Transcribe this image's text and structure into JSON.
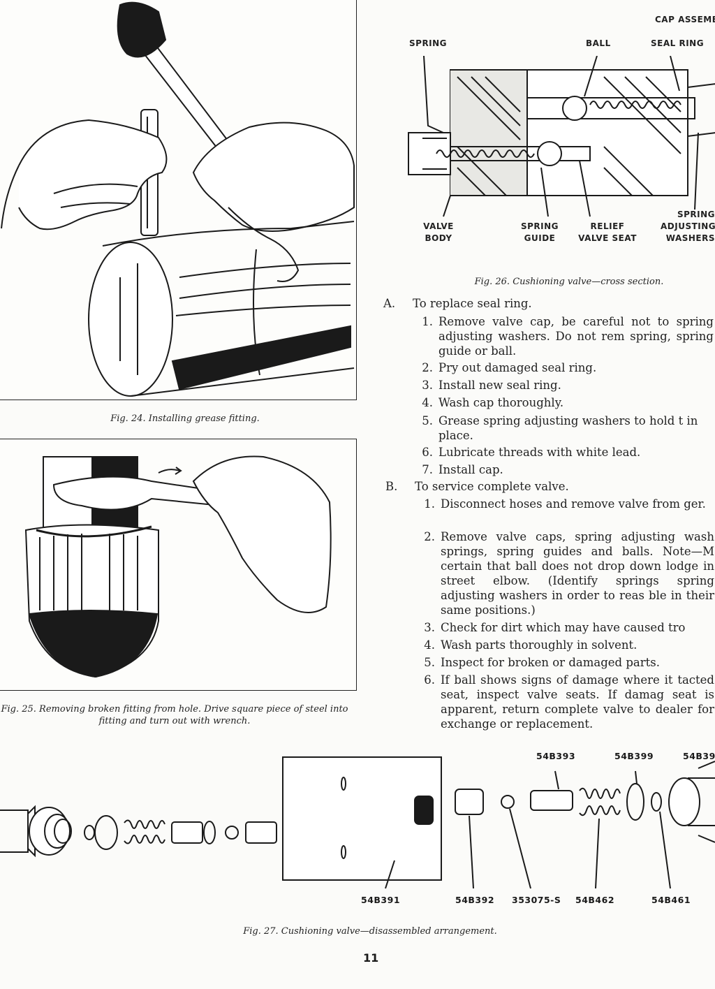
{
  "fig24": {
    "caption": "Fig. 24. Installing grease fitting."
  },
  "fig25": {
    "caption": "Fig. 25. Removing broken fitting from hole. Drive square piece of steel into fitting and turn out with wrench."
  },
  "fig26": {
    "caption": "Fig. 26. Cushioning valve—cross section.",
    "labels": {
      "cap_assembly": "CAP ASSEMB",
      "spring": "SPRING",
      "ball": "BALL",
      "seal_ring": "SEAL RING",
      "valve_body": "VALVE BODY",
      "spring_guide": "SPRING GUIDE",
      "relief_valve_seat": "RELIEF VALVE SEAT",
      "spring_adjusting_washers": "SPRING ADJUSTING WASHERS"
    }
  },
  "instructions": {
    "sectionA": {
      "letter": "A.",
      "title": "To replace seal ring.",
      "items": [
        {
          "n": "1.",
          "text": "Remove valve cap, be careful not to spring adjusting washers. Do not rem spring, spring guide or ball."
        },
        {
          "n": "2.",
          "text": "Pry out damaged seal ring."
        },
        {
          "n": "3.",
          "text": "Install new seal ring."
        },
        {
          "n": "4.",
          "text": "Wash cap thoroughly."
        },
        {
          "n": "5.",
          "text": "Grease spring adjusting washers to hold t in place."
        },
        {
          "n": "6.",
          "text": "Lubricate threads with white lead."
        },
        {
          "n": "7.",
          "text": "Install cap."
        }
      ]
    },
    "sectionB": {
      "letter": "B.",
      "title": "To service complete valve.",
      "items": [
        {
          "n": "1.",
          "text": "Disconnect hoses and remove valve from ger."
        },
        {
          "n": "2.",
          "text": "Remove valve caps, spring adjusting wash springs, spring guides and balls. Note—M certain that ball does not drop down lodge in street elbow. (Identify springs spring adjusting washers in order to reas ble in their same positions.)"
        },
        {
          "n": "3.",
          "text": "Check for dirt which may have caused tro"
        },
        {
          "n": "4.",
          "text": "Wash parts thoroughly in solvent."
        },
        {
          "n": "5.",
          "text": "Inspect for broken or damaged parts."
        },
        {
          "n": "6.",
          "text": "If ball shows signs of damage where it tacted seat, inspect valve seats. If damag seat is apparent, return complete valve to dealer for exchange or replacement."
        }
      ]
    }
  },
  "fig27": {
    "caption": "Fig. 27. Cushioning valve—disassembled arrangement.",
    "top_parts": [
      "54B393",
      "54B399",
      "54B39"
    ],
    "bottom_parts": [
      "54B391",
      "54B392",
      "353075-S",
      "54B462",
      "54B461"
    ]
  },
  "page_number": "11"
}
